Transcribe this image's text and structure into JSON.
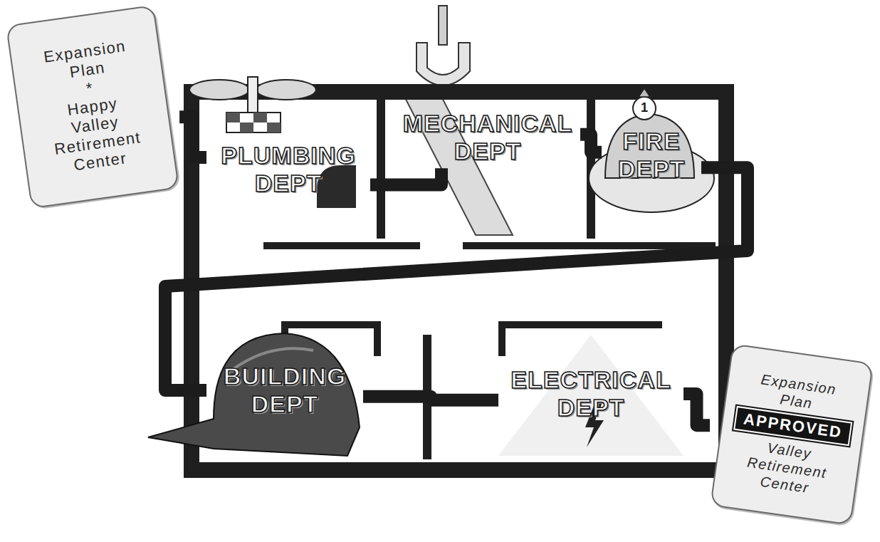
{
  "diagram": {
    "nodes": [
      {
        "text": [
          "Expansion Plan",
          "*",
          "Happy Valley Retirement Center"
        ]
      },
      {
        "text": [
          "PLUMBING DEPT"
        ]
      },
      {
        "text": [
          "MECHANICAL DEPT"
        ]
      },
      {
        "text": [
          "FIRE DEPT"
        ]
      },
      {
        "text": [
          "BUILDING DEPT"
        ]
      },
      {
        "text": [
          "ELECTRICAL DEPT"
        ]
      },
      {
        "text": [
          "Expansion Plan",
          "APPROVED",
          "Valley Retirement Center"
        ]
      }
    ],
    "edges": [
      {
        "from": 0,
        "to": 1,
        "arrow": "none"
      },
      {
        "from": 1,
        "to": 2,
        "arrow": "none"
      },
      {
        "from": 2,
        "to": 3,
        "arrow": "none"
      },
      {
        "from": 3,
        "to": 4,
        "arrow": "none"
      },
      {
        "from": 4,
        "to": 5,
        "arrow": "none"
      },
      {
        "from": 5,
        "to": 6,
        "arrow": "none"
      }
    ],
    "labels": [
      "1"
    ]
  }
}
